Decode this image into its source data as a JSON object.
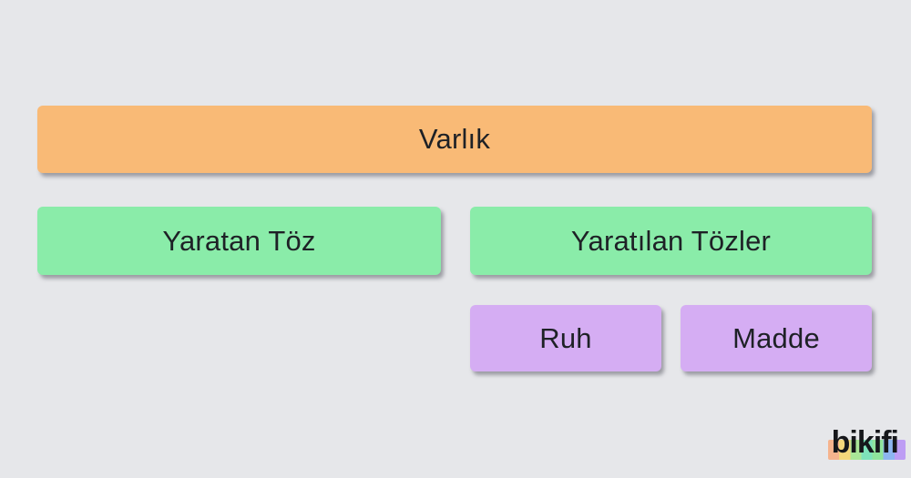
{
  "canvas": {
    "background_color": "#e6e7ea",
    "text_color": "#1e2126",
    "shadow_color": "#5f5f69"
  },
  "diagram": {
    "root": {
      "label": "Varlık",
      "color": "#f9ba76"
    },
    "level2": [
      {
        "label": "Yaratan Töz",
        "color": "#8aeca9"
      },
      {
        "label": "Yaratılan Tözler",
        "color": "#8aeca9"
      }
    ],
    "level3": [
      {
        "label": "Ruh",
        "color": "#d5adf3"
      },
      {
        "label": "Madde",
        "color": "#d5adf3"
      }
    ]
  },
  "logo": {
    "wordmark": "bikifi",
    "text_color": "#16171b",
    "band_colors": [
      "#f6b38d",
      "#f4d77b",
      "#a9e697",
      "#7ee2ba",
      "#8fe49c",
      "#8db5f0",
      "#bd9df4"
    ]
  }
}
